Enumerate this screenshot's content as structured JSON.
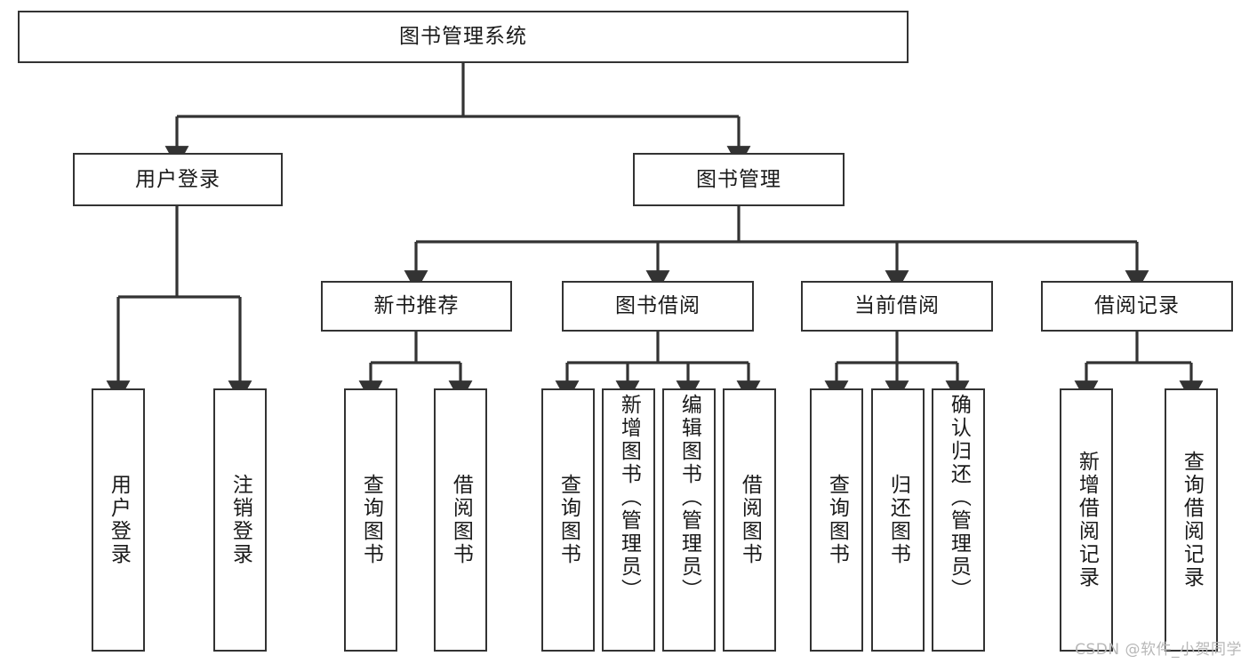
{
  "diagram": {
    "title": "图书管理系统",
    "type": "tree",
    "root": {
      "label": "图书管理系统"
    },
    "level2": [
      {
        "label": "用户登录"
      },
      {
        "label": "图书管理"
      }
    ],
    "level3": [
      {
        "label": "新书推荐",
        "parent": "图书管理"
      },
      {
        "label": "图书借阅",
        "parent": "图书管理"
      },
      {
        "label": "当前借阅",
        "parent": "图书管理"
      },
      {
        "label": "借阅记录",
        "parent": "图书管理"
      }
    ],
    "leaves": {
      "user_login": [
        {
          "label": "用户登录"
        },
        {
          "label": "注销登录"
        }
      ],
      "new_book_recommend": [
        {
          "label": "查询图书"
        },
        {
          "label": "借阅图书"
        }
      ],
      "book_borrow": [
        {
          "label": "查询图书"
        },
        {
          "label": "新增图书（管理员）"
        },
        {
          "label": "编辑图书（管理员）"
        },
        {
          "label": "借阅图书"
        }
      ],
      "current_borrow": [
        {
          "label": "查询图书"
        },
        {
          "label": "归还图书"
        },
        {
          "label": "确认归还（管理员）"
        }
      ],
      "borrow_record": [
        {
          "label": "新增借阅记录"
        },
        {
          "label": "查询借阅记录"
        }
      ]
    },
    "colors": {
      "stroke": "#333333",
      "fill": "#ffffff",
      "text": "#1a1a1a",
      "watermark": "#b8b8b8"
    }
  },
  "watermark": {
    "text": "CSDN @软件_小贺同学"
  }
}
